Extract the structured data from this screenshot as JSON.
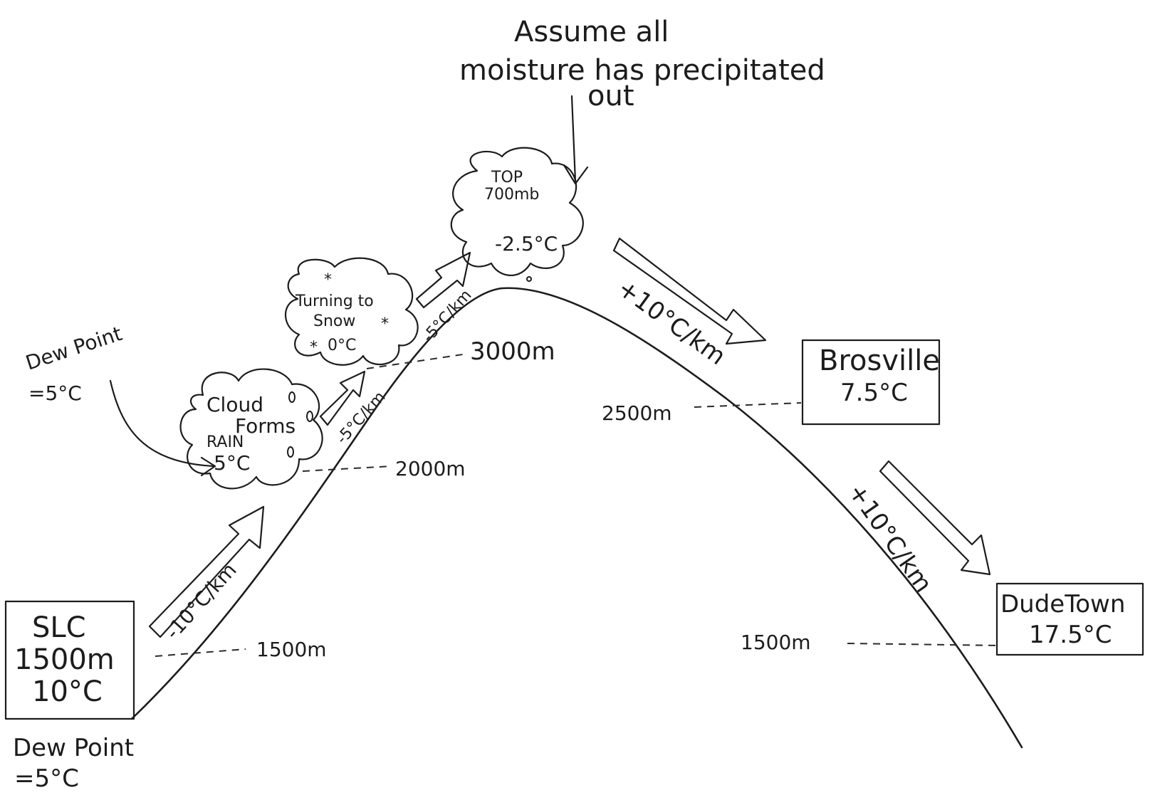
{
  "note": {
    "line1": "Assume all",
    "line2": "moisture has precipitated",
    "line3": "out"
  },
  "summit_cloud": {
    "line1": "TOP",
    "line2": "700mb",
    "temp": "-2.5°C"
  },
  "snow_cloud": {
    "line1": "Turning to",
    "line2": "Snow",
    "temp": "0°C"
  },
  "rain_cloud": {
    "line1": "Cloud",
    "line2": "Forms",
    "rain": "RAIN",
    "temp": "5°C"
  },
  "dew_point_upper": {
    "line1": "Dew Point",
    "line2": "=5°C"
  },
  "dew_point_lower": {
    "line1": "Dew Point",
    "line2": "=5°C"
  },
  "slc_box": {
    "name": "SLC",
    "elevation": "1500m",
    "temp": "10°C"
  },
  "brosville_box": {
    "name": "Brosville",
    "temp": "7.5°C"
  },
  "dudetown_box": {
    "name": "DudeTown",
    "temp": "17.5°C"
  },
  "rates": {
    "dry_up": "-10°C/km",
    "moist_1": "-5°C/km",
    "moist_2": "-5°C/km",
    "down_1": "+10°C/km",
    "down_2": "+10°C/km"
  },
  "elevations": {
    "e3000": "3000m",
    "e2000": "2000m",
    "e1500_left": "1500m",
    "e2500_right": "2500m",
    "e1500_right": "1500m"
  },
  "colors": {
    "ink": "#1c1c1c",
    "paper": "#ffffff"
  }
}
